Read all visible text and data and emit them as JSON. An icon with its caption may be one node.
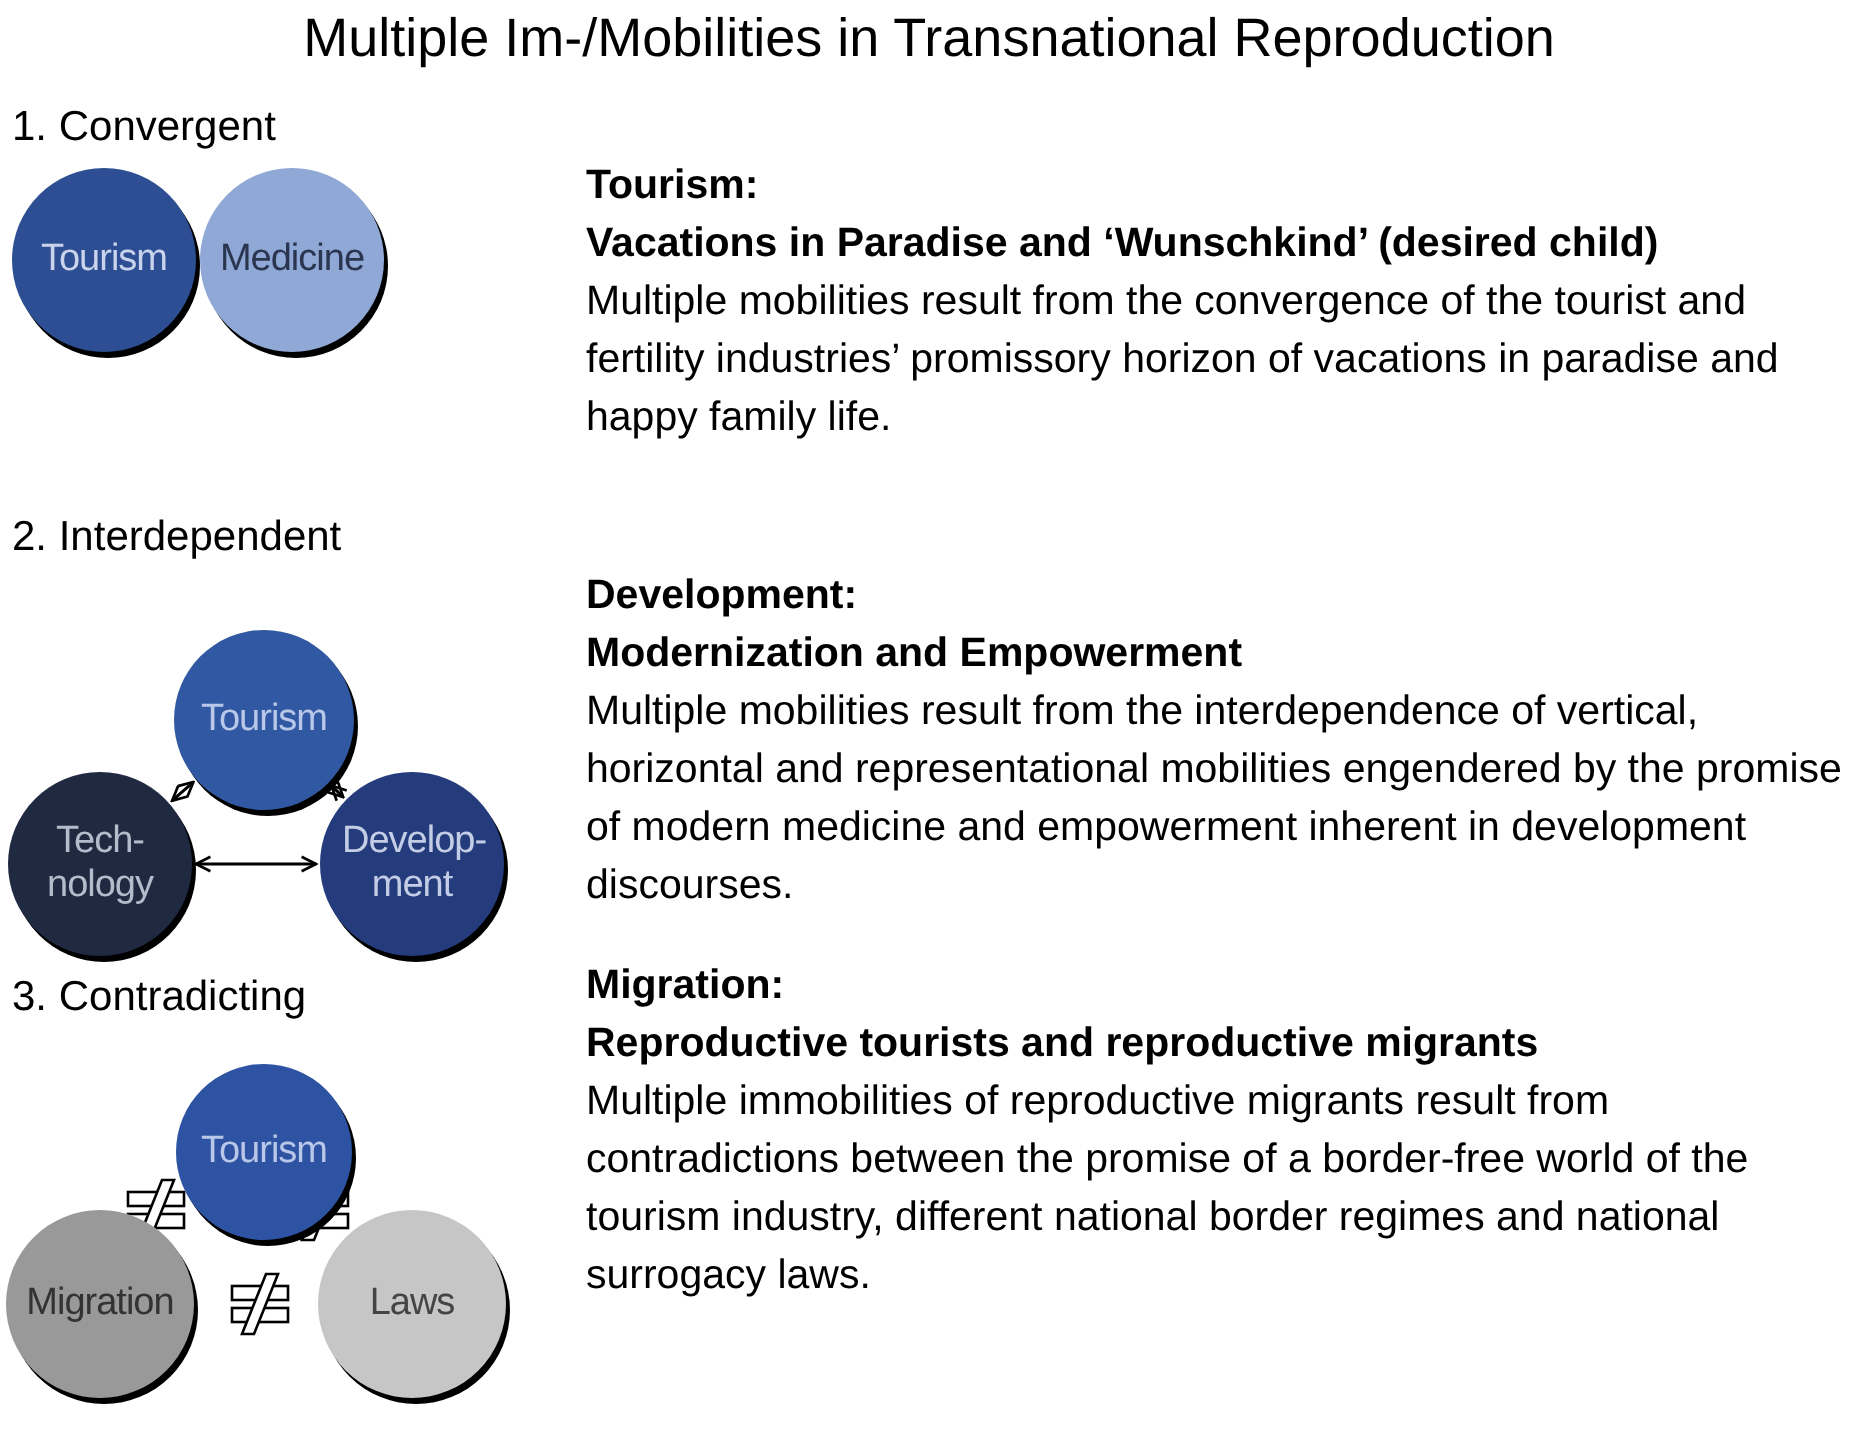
{
  "diagram": {
    "title": "Multiple Im-/Mobilities in Transnational Reproduction",
    "nodes": [
      {
        "text": [
          "Tourism"
        ]
      },
      {
        "text": [
          "Medicine"
        ]
      },
      {
        "text": [
          "Tourism"
        ]
      },
      {
        "text": [
          "Tech- nology"
        ]
      },
      {
        "text": [
          "Develop- ment"
        ]
      },
      {
        "text": [
          "Tourism"
        ]
      },
      {
        "text": [
          "Migration"
        ]
      },
      {
        "text": [
          "Laws"
        ]
      }
    ],
    "edges": [
      {
        "from": 2,
        "to": 3,
        "arrow": "both"
      },
      {
        "from": 2,
        "to": 4,
        "arrow": "both"
      },
      {
        "from": 3,
        "to": 4,
        "arrow": "both"
      }
    ],
    "labels": [
      "1. Convergent",
      "Tourism:",
      "Vacations in Paradise and ‘Wunschkind’ (desired child)",
      "Multiple mobilities result from the convergence of the tourist and fertility industries’ promissory horizon of vacations in paradise and happy family life.",
      "2. Interdependent",
      "Development:",
      "Modernization and Empowerment",
      "Multiple mobilities result from the interdependence of vertical, horizontal and representational mobilities engendered by the promise of modern medicine and empowerment inherent in development discourses.",
      "3. Contradicting",
      "Migration:",
      "Reproductive tourists and reproductive migrants",
      "Multiple immobilities of reproductive migrants result from contradictions between the promise of a border-free world of the tourism industry, different national border regimes and national surrogacy laws."
    ]
  }
}
